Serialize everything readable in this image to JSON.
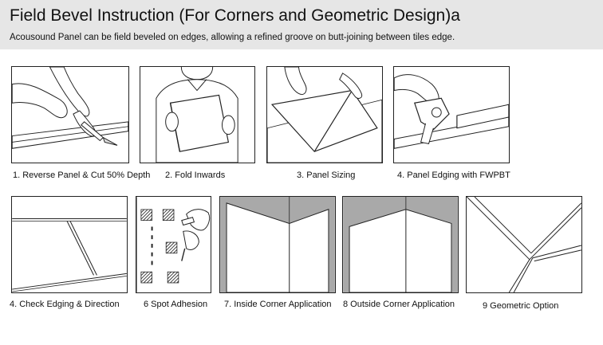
{
  "header": {
    "title": "Field Bevel Instruction (For Corners and Geometric Design)a",
    "subtitle": "Acousound  Panel can be field beveled on edges, allowing a refined groove on butt-joining between tiles edge."
  },
  "steps": [
    {
      "label": "1. Reverse Panel & Cut 50% Depth",
      "icon": "cutting-knife-illustration"
    },
    {
      "label": "2. Fold Inwards",
      "icon": "folding-panel-illustration"
    },
    {
      "label": "3. Panel Sizing",
      "icon": "panel-sizing-illustration"
    },
    {
      "label": "4. Panel Edging with FWPBT",
      "icon": "edging-tool-illustration"
    },
    {
      "label": "4. Check Edging & Direction",
      "icon": "check-edging-illustration"
    },
    {
      "label": "6 Spot Adhesion",
      "icon": "spot-adhesion-illustration"
    },
    {
      "label": "7. Inside Corner Application",
      "icon": "inside-corner-illustration"
    },
    {
      "label": "8 Outside Corner Application",
      "icon": "outside-corner-illustration"
    },
    {
      "label": "9 Geometric Option",
      "icon": "geometric-option-illustration"
    }
  ],
  "colors": {
    "header_bg": "#e6e6e6",
    "line": "#222222",
    "shade": "#a9a9a9"
  }
}
